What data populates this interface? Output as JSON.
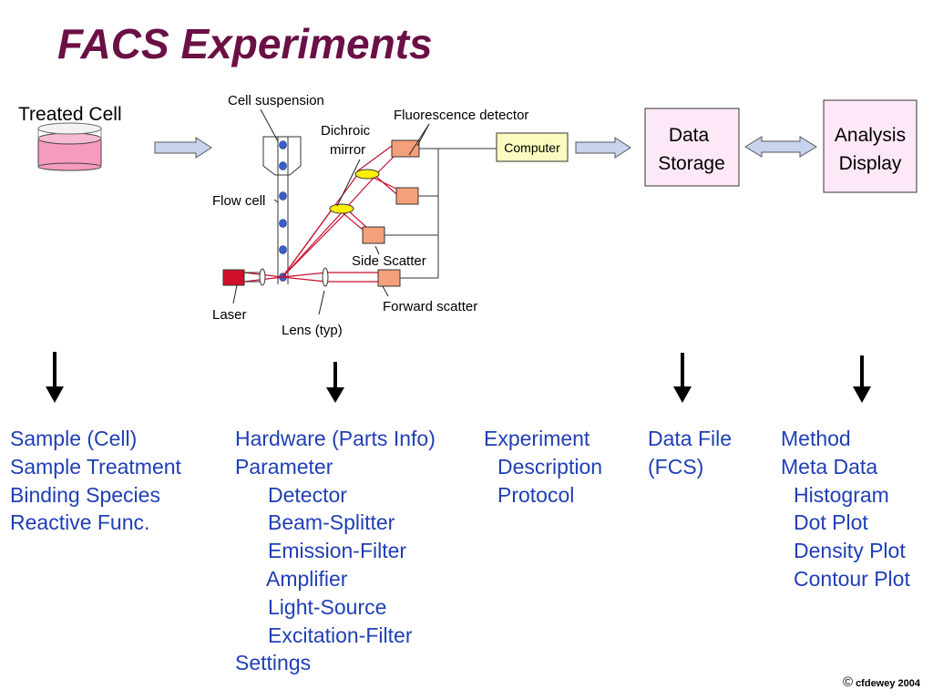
{
  "title": "FACS Experiments",
  "diagram": {
    "treated_cell": "Treated Cell",
    "cell_suspension": "Cell suspension",
    "dichroic_mirror_line1": "Dichroic",
    "dichroic_mirror_line2": "mirror",
    "fluorescence_detector": "Fluorescence detector",
    "flow_cell": "Flow cell",
    "side_scatter": "Side Scatter",
    "forward_scatter": "Forward scatter",
    "laser": "Laser",
    "lens": "Lens (typ)",
    "computer": "Computer",
    "data_storage_line1": "Data",
    "data_storage_line2": "Storage",
    "analysis_display_line1": "Analysis",
    "analysis_display_line2": "Display"
  },
  "columns": {
    "sample": [
      "Sample (Cell)",
      "Sample Treatment",
      "Binding Species",
      "Reactive Func."
    ],
    "hardware": [
      "Hardware (Parts Info)",
      "Parameter",
      "Detector",
      "Beam-Splitter",
      "Emission-Filter",
      "Amplifier",
      "Light-Source",
      "Excitation-Filter",
      "Settings"
    ],
    "experiment": [
      "Experiment",
      "Description",
      "Protocol"
    ],
    "data_file": [
      "Data File",
      "(FCS)"
    ],
    "method": [
      "Method",
      "Meta Data",
      "Histogram",
      "Dot Plot",
      "Density Plot",
      "Contour Plot"
    ]
  },
  "copyright": {
    "symbol": "©",
    "text": "cfdewey 2004"
  },
  "colors": {
    "title": "#6b1045",
    "list_text": "#1f3fb5",
    "beam": "#c8102e",
    "detector": "#f4a07a",
    "laser": "#d0102a",
    "mirror": "#ffee00",
    "cells": "#3b5fc8",
    "computer_box": "#fbfbc0",
    "storage_box": "#fde8f7",
    "arrow_fill": "#c8d4ee",
    "liquid": "#f59bbf"
  }
}
